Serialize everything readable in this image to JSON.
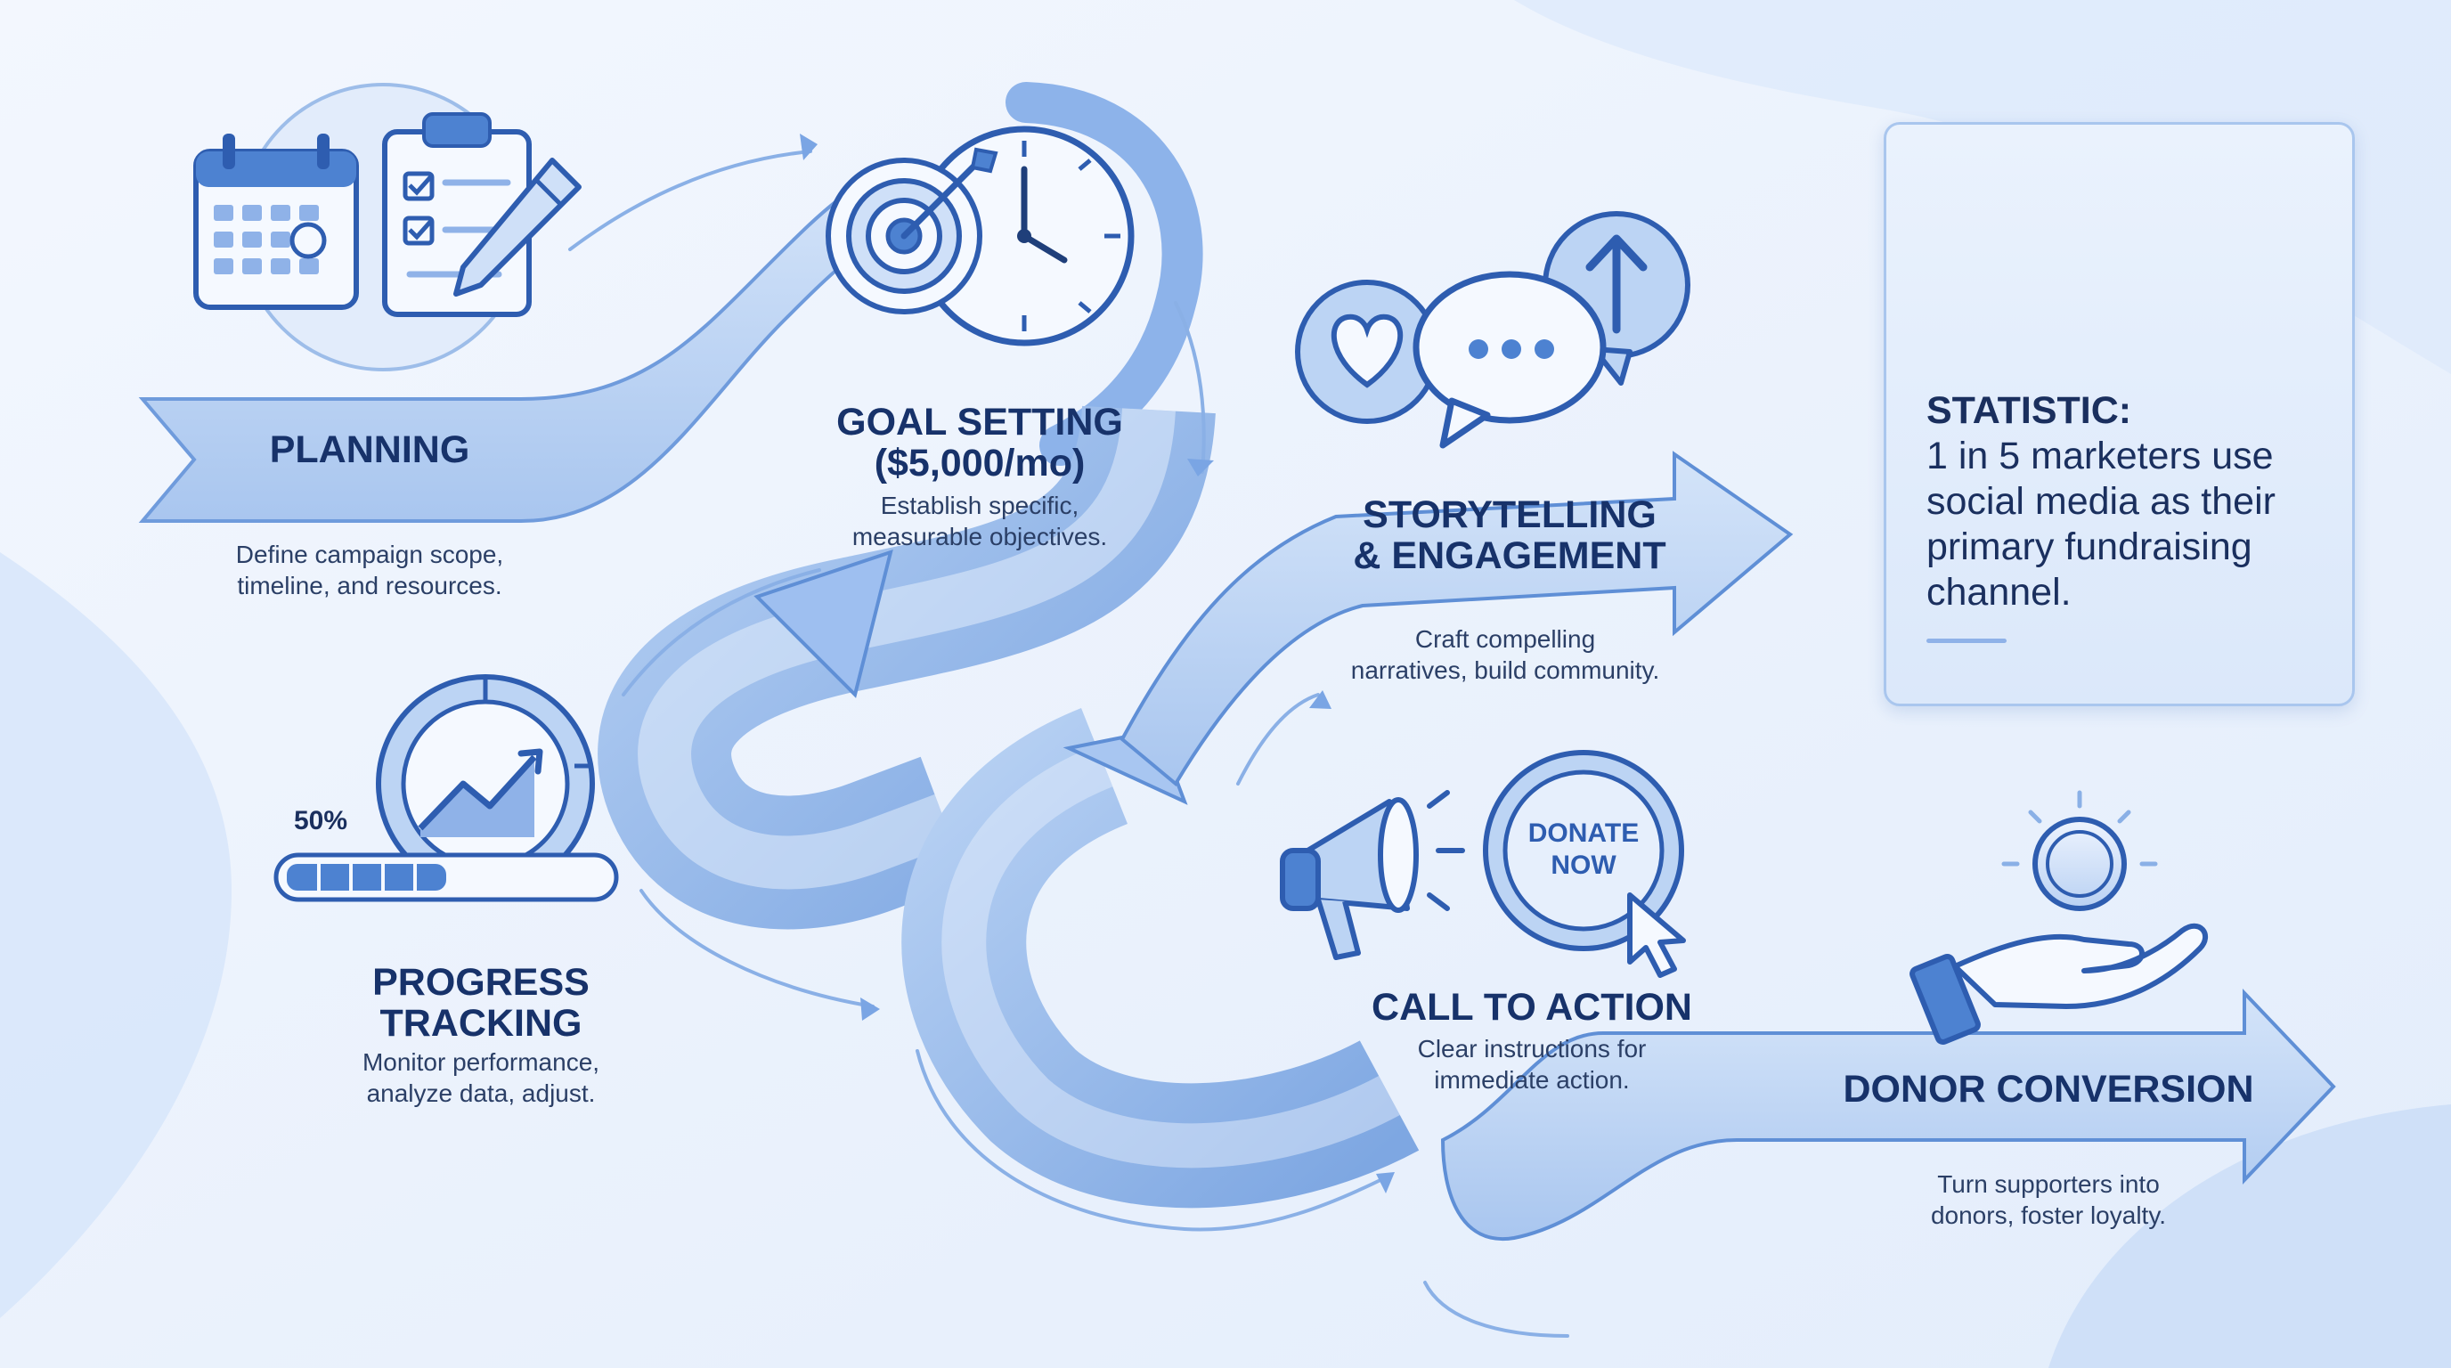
{
  "steps": [
    {
      "title": "PLANNING",
      "desc_lines": [
        "Define campaign scope,",
        "timeline, and resources."
      ]
    },
    {
      "title_lines": [
        "GOAL SETTING",
        "($5,000/mo)"
      ],
      "desc_lines": [
        "Establish specific,",
        "measurable objectives."
      ]
    },
    {
      "title_lines": [
        "STORYTELLING",
        "& ENGAGEMENT"
      ],
      "desc_lines": [
        "Craft compelling",
        "narratives, build community."
      ]
    },
    {
      "title_lines": [
        "PROGRESS",
        "TRACKING"
      ],
      "desc_lines": [
        "Monitor performance,",
        "analyze data, adjust."
      ],
      "progress_label": "50%",
      "progress_value": 0.5
    },
    {
      "title": "CALL TO ACTION",
      "desc_lines": [
        "Clear instructions for",
        "immediate action."
      ],
      "button_lines": [
        "DONATE",
        "NOW"
      ]
    },
    {
      "title": "DONOR CONVERSION",
      "desc_lines": [
        "Turn supporters into",
        "donors, foster loyalty."
      ]
    }
  ],
  "statistic": {
    "label": "STATISTIC:",
    "lines": [
      "1 in 5 marketers use",
      "social media as their",
      "primary fundraising",
      "channel."
    ]
  },
  "colors": {
    "accent": "#3f78cc",
    "ink": "#17326a",
    "ribbon": "#bcd4f4",
    "background": "#e9f1fc"
  },
  "icons": [
    "calendar-icon",
    "clipboard-checklist-icon",
    "pencil-icon",
    "target-icon",
    "clock-icon",
    "heart-bubble-icon",
    "chat-bubble-icon",
    "up-arrow-bubble-icon",
    "gauge-chart-icon",
    "progress-bar-icon",
    "megaphone-icon",
    "cursor-icon",
    "dollar-coin-icon",
    "open-hand-icon",
    "line-chart-icon",
    "facebook-icon",
    "instagram-icon",
    "twitter-icon",
    "linkedin-icon"
  ]
}
